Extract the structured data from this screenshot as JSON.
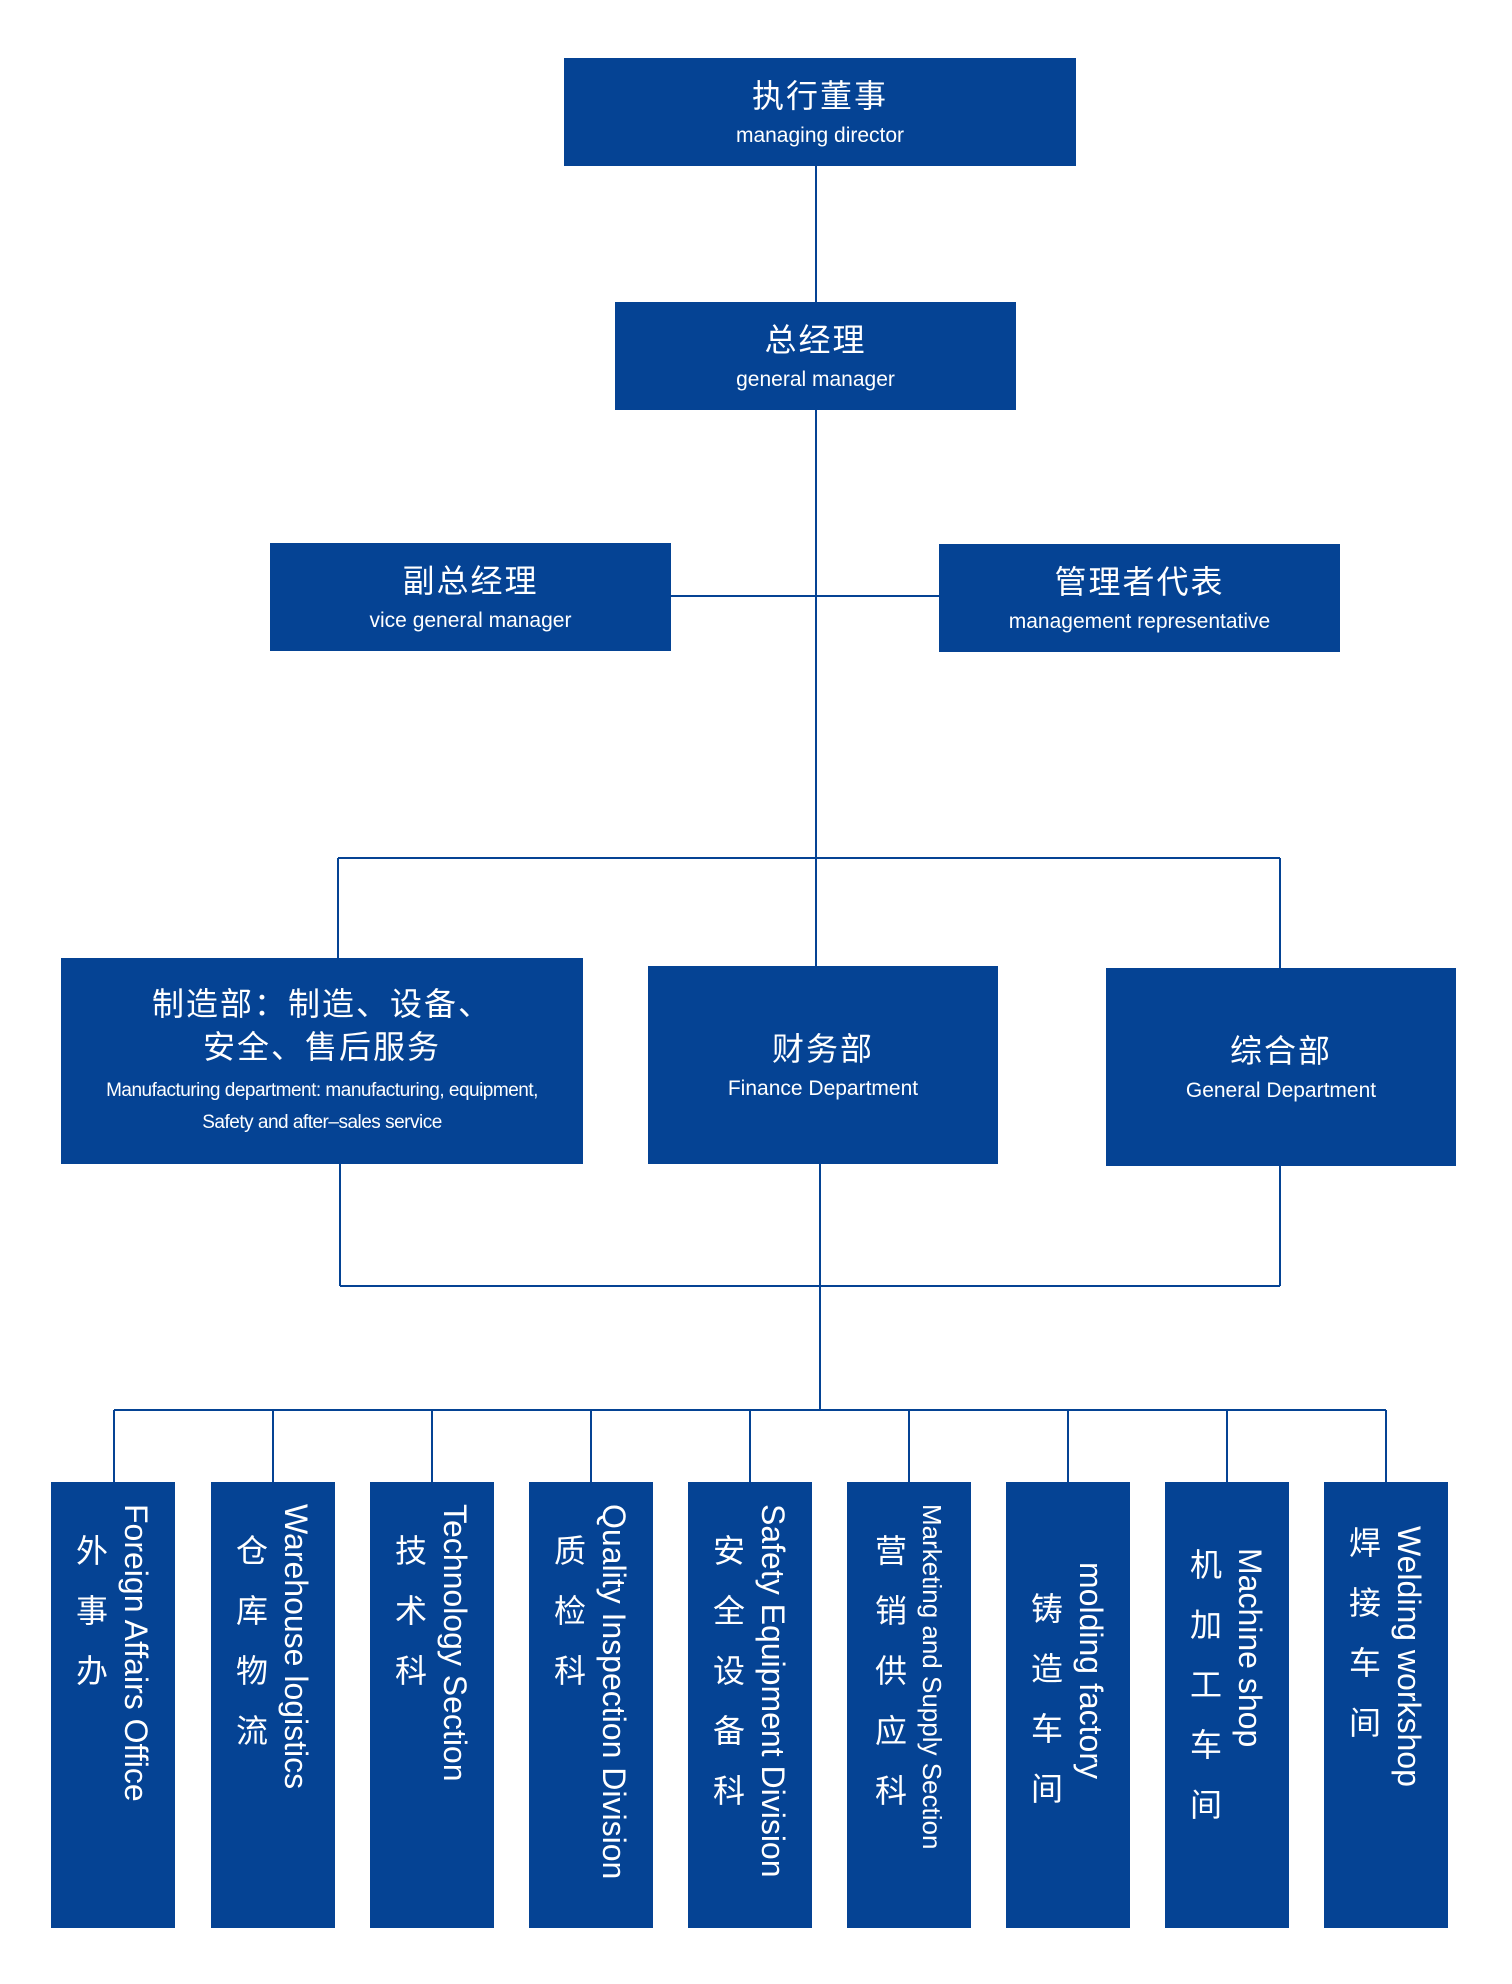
{
  "colors": {
    "box": "#054394",
    "line": "#054394",
    "text": "#ffffff"
  },
  "top": {
    "cn": "执行董事",
    "en": "managing director"
  },
  "gm": {
    "cn": "总经理",
    "en": "general manager"
  },
  "vgm": {
    "cn": "副总经理",
    "en": "vice general manager"
  },
  "mr": {
    "cn": "管理者代表",
    "en": "management representative"
  },
  "departments": {
    "manufacturing": {
      "cn_line1": "制造部：制造、设备、",
      "cn_line2": "安全、售后服务",
      "en_line1": "Manufacturing department: manufacturing, equipment,",
      "en_line2": "Safety and after–sales service"
    },
    "finance": {
      "cn": "财务部",
      "en": "Finance Department"
    },
    "general": {
      "cn": "综合部",
      "en": "General Department"
    }
  },
  "sections": [
    {
      "cn": "外事办",
      "en": "Foreign Affairs Office"
    },
    {
      "cn": "仓库物流",
      "en": "Warehouse logistics"
    },
    {
      "cn": "技术科",
      "en": "Technology Section"
    },
    {
      "cn": "质检科",
      "en": "Quality Inspection Division"
    },
    {
      "cn": "安全设备科",
      "en": "Safety Equipment Division"
    },
    {
      "cn": "营销供应科",
      "en": "Marketing and Supply Section"
    },
    {
      "cn": "铸造车间",
      "en": "molding factory"
    },
    {
      "cn": "机加工车间",
      "en": "Machine shop"
    },
    {
      "cn": "焊接车间",
      "en": "Welding workshop"
    }
  ]
}
